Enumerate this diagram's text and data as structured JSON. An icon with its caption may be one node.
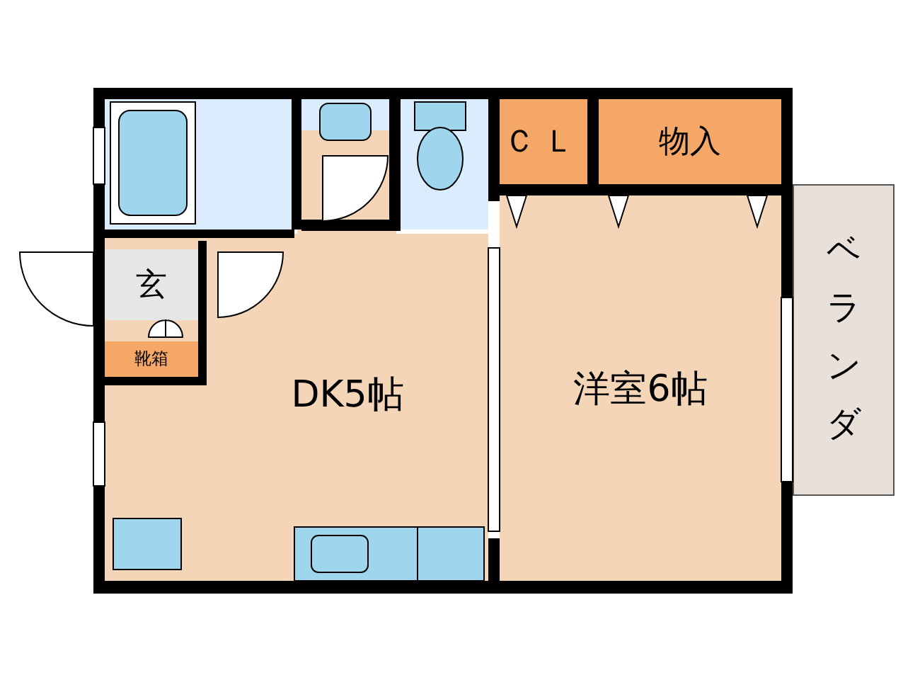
{
  "diagram": {
    "nodes": [
      {
        "text": [
          "ＣＬ"
        ]
      },
      {
        "text": [
          "物入"
        ]
      },
      {
        "text": [
          "玄"
        ]
      },
      {
        "text": [
          "靴箱"
        ]
      },
      {
        "text": [
          "DK5帖"
        ]
      },
      {
        "text": [
          "洋室6帖"
        ]
      },
      {
        "text": [
          "ベランダ"
        ]
      }
    ]
  }
}
